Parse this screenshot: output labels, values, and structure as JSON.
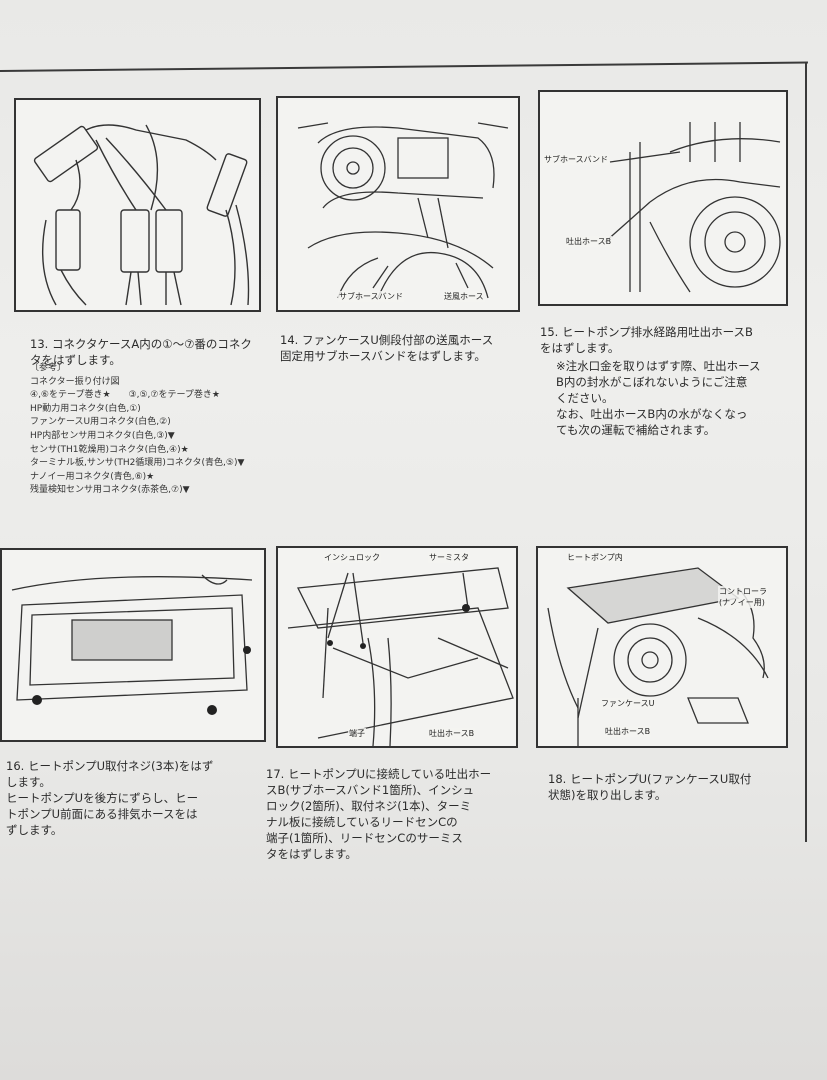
{
  "steps": {
    "s13": {
      "number": "13.",
      "text": "コネクタケースA内の①〜⑦番のコネク\nタをはずします。"
    },
    "s14": {
      "number": "14.",
      "text": "ファンケースU側段付部の送風ホース\n固定用サブホースバンドをはずします。",
      "labels": {
        "band": "サブホースバンド",
        "hose": "送風ホース"
      }
    },
    "s15": {
      "number": "15.",
      "text": "ヒートポンプ排水経路用吐出ホースB\nをはずします。",
      "note": "※注水口金を取りはずす際、吐出ホース\nB内の封水がこぼれないようにご注意\nください。\nなお、吐出ホースB内の水がなくなっ\nても次の運転で補給されます。",
      "labels": {
        "band": "サブホースバンド",
        "hose": "吐出ホースB"
      }
    },
    "s16": {
      "number": "16.",
      "text": "ヒートポンプU取付ネジ(3本)をはず\nします。\nヒートポンプUを後方にずらし、ヒー\nトポンプU前面にある排気ホースをは\nずします。"
    },
    "s17": {
      "number": "17.",
      "text": "ヒートポンプUに接続している吐出ホー\nスB(サブホースバンド1箇所)、インシュ\nロック(2箇所)、取付ネジ(1本)、ターミ\nナル板に接続しているリードセンCの\n端子(1箇所)、リードセンCのサーミス\nタをはずします。",
      "labels": {
        "insulock": "インシュロック",
        "thermistor": "サーミスタ",
        "terminal": "端子",
        "hose": "吐出ホースB"
      }
    },
    "s18": {
      "number": "18.",
      "text": "ヒートポンプU(ファンケースU取付\n状態)を取り出します。",
      "labels": {
        "hp": "ヒートポンプ内",
        "controller": "コントローラ\n(ナノイー用)",
        "fancase": "ファンケースU",
        "hose": "吐出ホースB"
      }
    }
  },
  "notes": {
    "title": "〔参考〕",
    "lines": [
      "コネクター振り付け図",
      "④,⑥をテープ巻き★　　③,⑤,⑦をテープ巻き★",
      "HP動力用コネクタ(白色,①)",
      "ファンケースU用コネクタ(白色,②)",
      "HP内部センサ用コネクタ(白色,③)▼",
      "センサ(TH1乾燥用)コネクタ(白色,④)★",
      "ターミナル板,サンサ(TH2循環用)コネクタ(青色,⑤)▼",
      "ナノイー用コネクタ(青色,⑥)★",
      "残量検知センサ用コネクタ(赤茶色,⑦)▼"
    ]
  }
}
